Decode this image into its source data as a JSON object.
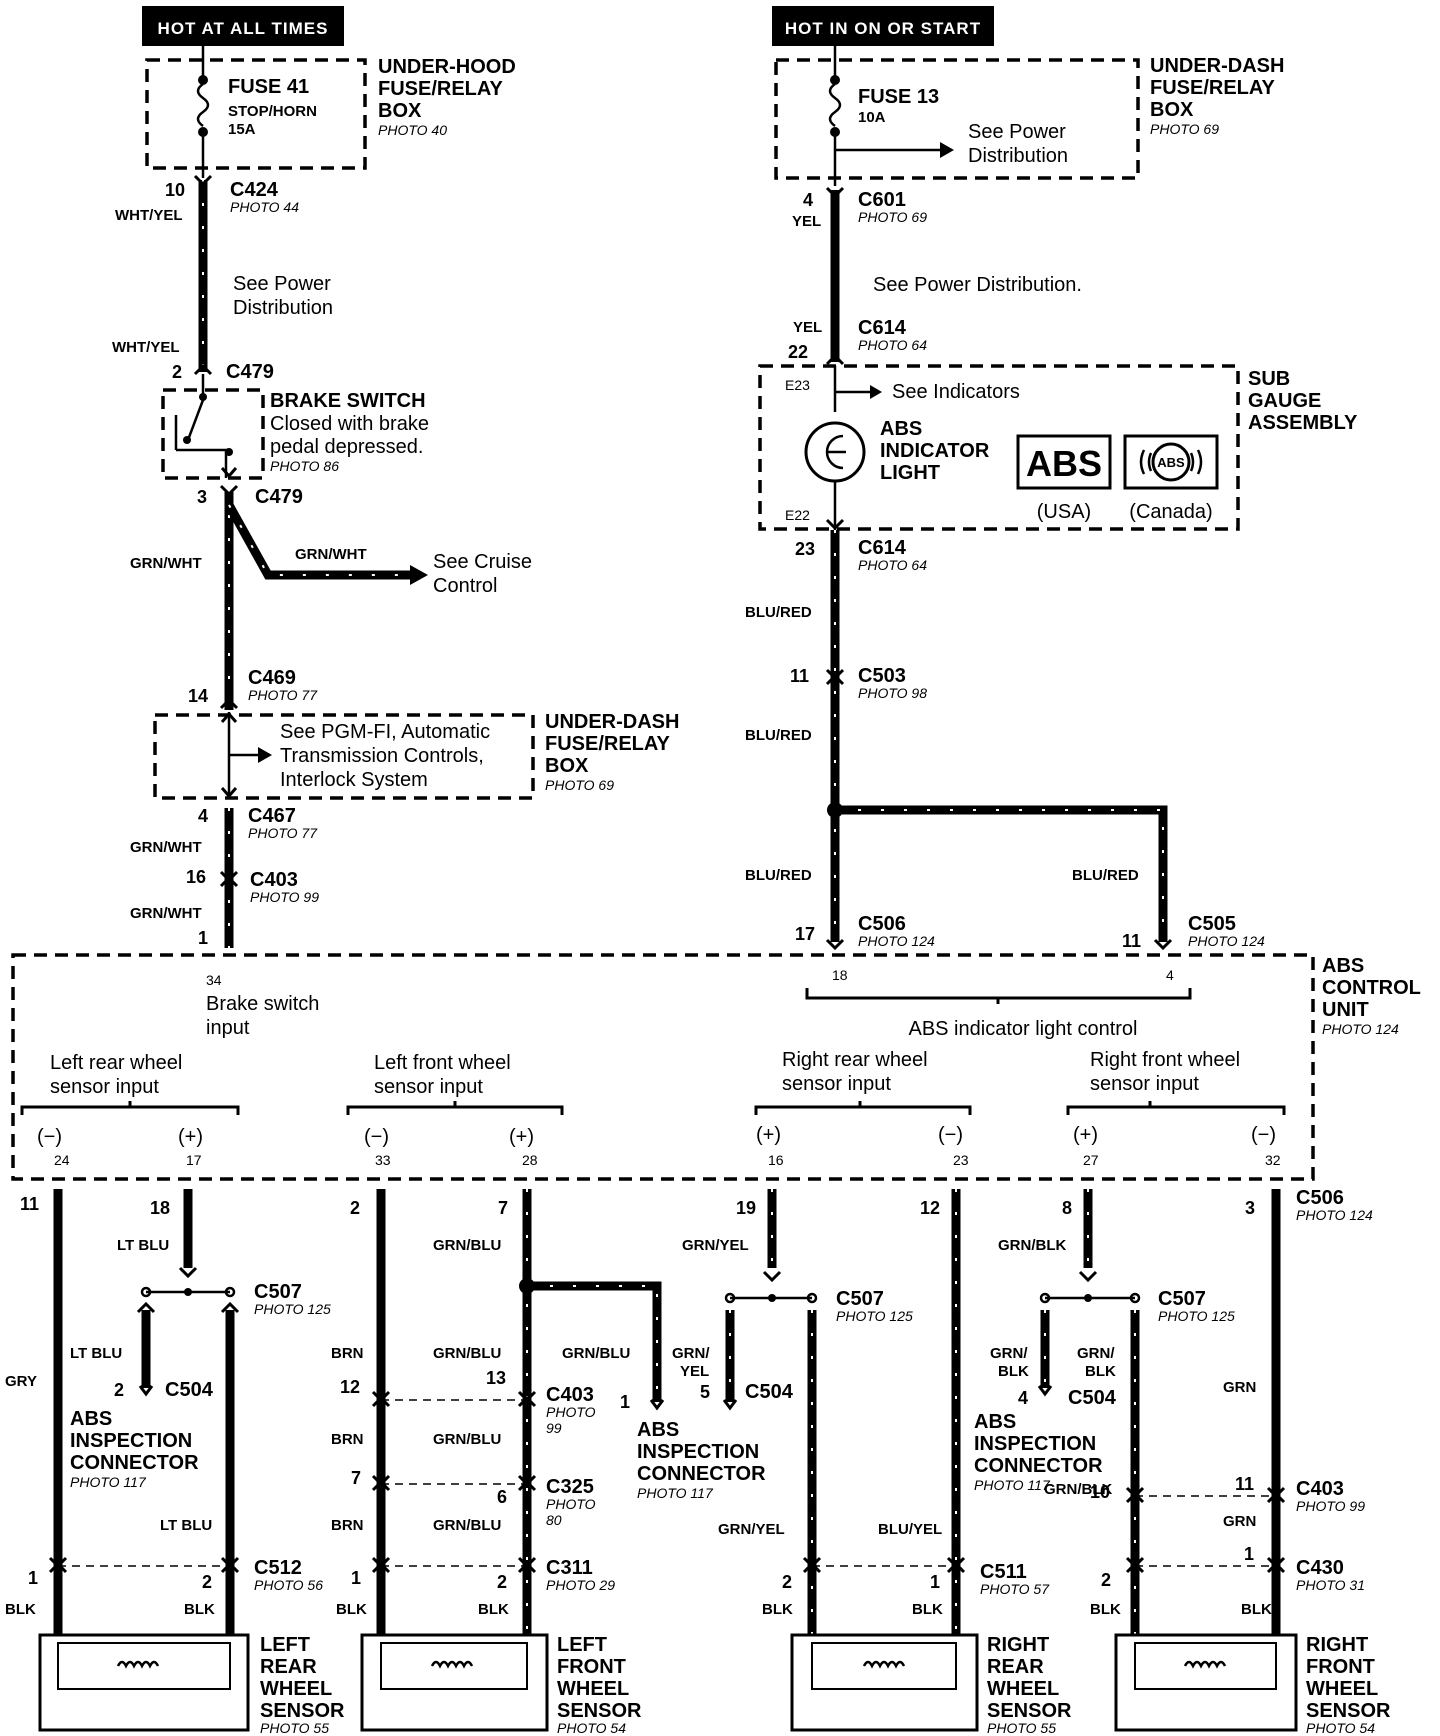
{
  "supplies": {
    "left": {
      "header": "HOT AT ALL TIMES",
      "fuse": "FUSE 41",
      "fuse_desc": "STOP/HORN",
      "rating": "15A",
      "box": [
        "UNDER-HOOD",
        "FUSE/RELAY",
        "BOX"
      ],
      "photo": "PHOTO 40"
    },
    "right": {
      "header": "HOT IN ON OR START",
      "fuse": "FUSE 13",
      "rating": "10A",
      "note": [
        "See Power",
        "Distribution"
      ],
      "box": [
        "UNDER-DASH",
        "FUSE/RELAY",
        "BOX"
      ],
      "photo": "PHOTO 69"
    }
  },
  "connectors": {
    "c424": {
      "name": "C424",
      "pin": "10",
      "photo": "PHOTO 44"
    },
    "c479a": {
      "name": "C479",
      "pin": "2"
    },
    "c479b": {
      "name": "C479",
      "pin": "3"
    },
    "c469": {
      "name": "C469",
      "pin": "14",
      "photo": "PHOTO 77"
    },
    "c467": {
      "name": "C467",
      "pin": "4",
      "photo": "PHOTO 77"
    },
    "c403a": {
      "name": "C403",
      "pin": "16",
      "photo": "PHOTO 99"
    },
    "c601": {
      "name": "C601",
      "pin": "4",
      "photo": "PHOTO 69"
    },
    "c614a": {
      "name": "C614",
      "pin": "22",
      "photo": "PHOTO 64"
    },
    "c614b": {
      "name": "C614",
      "pin": "23",
      "photo": "PHOTO 64"
    },
    "c503": {
      "name": "C503",
      "pin": "11",
      "photo": "PHOTO 98"
    },
    "c506a": {
      "name": "C506",
      "pin": "17",
      "photo": "PHOTO 124"
    },
    "c505": {
      "name": "C505",
      "pin": "11",
      "photo": "PHOTO 124"
    },
    "c506b": {
      "name": "C506",
      "photo": "PHOTO 124"
    },
    "c507": {
      "name": "C507",
      "photo": "PHOTO 125"
    },
    "c504": {
      "name": "C504"
    },
    "c512": {
      "name": "C512",
      "photo": "PHOTO 56"
    },
    "c403b": {
      "name": "C403",
      "photo": "PHOTO",
      "photo_num": "99"
    },
    "c325": {
      "name": "C325",
      "photo": "PHOTO",
      "photo_num": "80"
    },
    "c311": {
      "name": "C311",
      "photo": "PHOTO 29"
    },
    "c511": {
      "name": "C511",
      "photo": "PHOTO 57"
    },
    "c403c": {
      "name": "C403",
      "photo": "PHOTO 99"
    },
    "c430": {
      "name": "C430",
      "photo": "PHOTO 31"
    }
  },
  "wires": {
    "wht_yel": "WHT/YEL",
    "grn_wht": "GRN/WHT",
    "yel": "YEL",
    "blu_red": "BLU/RED",
    "lt_blu": "LT BLU",
    "gry": "GRY",
    "brn": "BRN",
    "grn_blu": "GRN/BLU",
    "grn_yel": "GRN/YEL",
    "grn_yel_split": [
      "GRN/",
      "YEL"
    ],
    "grn_blk": "GRN/BLK",
    "grn_blk_split": [
      "GRN/",
      "BLK"
    ],
    "blu_yel": "BLU/YEL",
    "grn": "GRN",
    "blk": "BLK"
  },
  "notes": {
    "power_dist": [
      "See Power",
      "Distribution"
    ],
    "power_dist_right": "See Power Distribution.",
    "cruise": [
      "See Cruise",
      "Control"
    ],
    "pgmfi": [
      "See PGM-FI, Automatic",
      "Transmission Controls,",
      "Interlock System"
    ],
    "indicators": "See Indicators"
  },
  "brake_switch": {
    "title": "BRAKE SWITCH",
    "desc": [
      "Closed with brake",
      "pedal depressed."
    ],
    "photo": "PHOTO 86"
  },
  "under_dash_box": {
    "lines": [
      "UNDER-DASH",
      "FUSE/RELAY",
      "BOX"
    ],
    "photo": "PHOTO 69"
  },
  "sub_gauge": {
    "title": [
      "SUB",
      "GAUGE",
      "ASSEMBLY"
    ],
    "light": [
      "ABS",
      "INDICATOR",
      "LIGHT"
    ],
    "e23": "E23",
    "e22": "E22",
    "usa_symbol": "ABS",
    "usa": "(USA)",
    "canada_symbol": "ABS",
    "canada": "(Canada)"
  },
  "abs_unit": {
    "title": [
      "ABS",
      "CONTROL",
      "UNIT"
    ],
    "photo": "PHOTO 124",
    "brake_input": {
      "pin": "34",
      "label": [
        "Brake switch",
        "input"
      ]
    },
    "indicator_control": {
      "pins": [
        "18",
        "4"
      ],
      "label": "ABS indicator light control"
    },
    "groups": [
      {
        "label": [
          "Left rear wheel",
          "sensor input"
        ],
        "signs": [
          "(−)",
          "(+)"
        ],
        "pins": [
          "24",
          "17"
        ]
      },
      {
        "label": [
          "Left front wheel",
          "sensor input"
        ],
        "signs": [
          "(−)",
          "(+)"
        ],
        "pins": [
          "33",
          "28"
        ]
      },
      {
        "label": [
          "Right rear wheel",
          "sensor input"
        ],
        "signs": [
          "(+)",
          "(−)"
        ],
        "pins": [
          "16",
          "23"
        ]
      },
      {
        "label": [
          "Right front wheel",
          "sensor input"
        ],
        "signs": [
          "(+)",
          "(−)"
        ],
        "pins": [
          "27",
          "32"
        ]
      }
    ]
  },
  "pins": {
    "p11": "11",
    "p18": "18",
    "p2": "2",
    "p7": "7",
    "p19": "19",
    "p12": "12",
    "p8": "8",
    "p3": "3",
    "p13": "13",
    "p6": "6",
    "p1": "1",
    "p5": "5",
    "p4": "4",
    "p10": "10"
  },
  "inspection": {
    "lines": [
      "ABS",
      "INSPECTION",
      "CONNECTOR"
    ],
    "photo": "PHOTO 117"
  },
  "sensors": [
    {
      "lines": [
        "LEFT",
        "REAR",
        "WHEEL",
        "SENSOR"
      ],
      "photo": "PHOTO 55"
    },
    {
      "lines": [
        "LEFT",
        "FRONT",
        "WHEEL",
        "SENSOR"
      ],
      "photo": "PHOTO 54"
    },
    {
      "lines": [
        "RIGHT",
        "REAR",
        "WHEEL",
        "SENSOR"
      ],
      "photo": "PHOTO 55"
    },
    {
      "lines": [
        "RIGHT",
        "FRONT",
        "WHEEL",
        "SENSOR"
      ],
      "photo": "PHOTO 54"
    }
  ]
}
